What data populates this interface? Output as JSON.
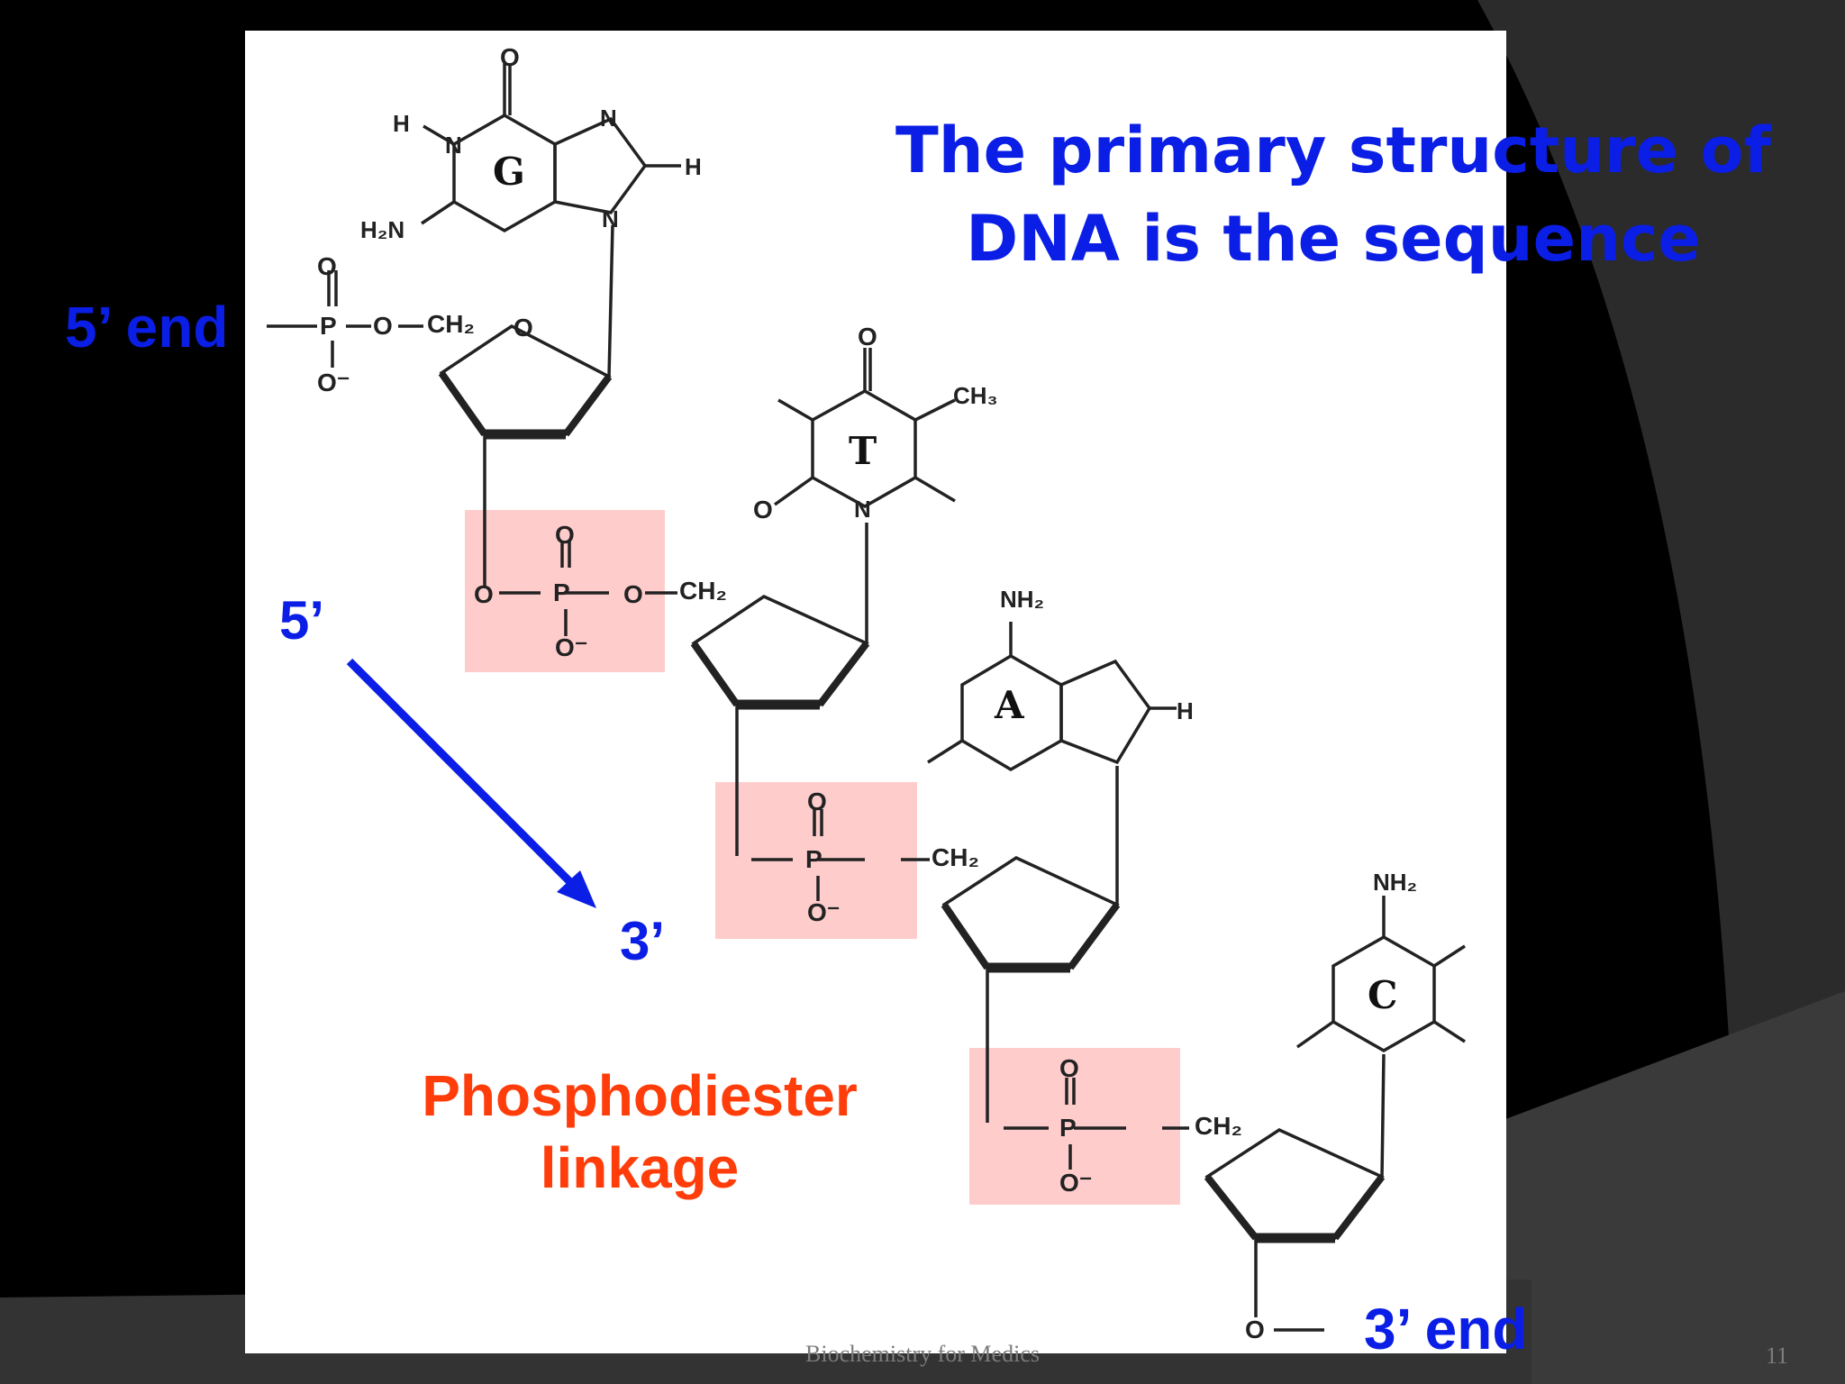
{
  "slide": {
    "title_line1": "The primary structure of",
    "title_line2": "DNA is the sequence",
    "five_prime_end": "5’ end",
    "three_prime_end": "3’ end",
    "arrow_start": "5’",
    "arrow_end": "3’",
    "linkage_line1": "Phosphodiester",
    "linkage_line2": "linkage",
    "footer": "Biochemistry for Medics",
    "page_number": "11"
  },
  "molecule": {
    "bases": [
      "G",
      "T",
      "A",
      "C"
    ],
    "atoms": {
      "o": "O",
      "o_minus": "O⁻",
      "p": "P",
      "ch2": "CH₂",
      "h": "H",
      "n": "N",
      "c": "C",
      "nh2": "NH₂",
      "h2n": "H₂N",
      "ch3": "CH₃"
    }
  },
  "colors": {
    "title_blue": "#0a1ee6",
    "linkage_orange": "#ff3d0a",
    "highlight_pink": "#ffcccc",
    "background": "#000000"
  }
}
